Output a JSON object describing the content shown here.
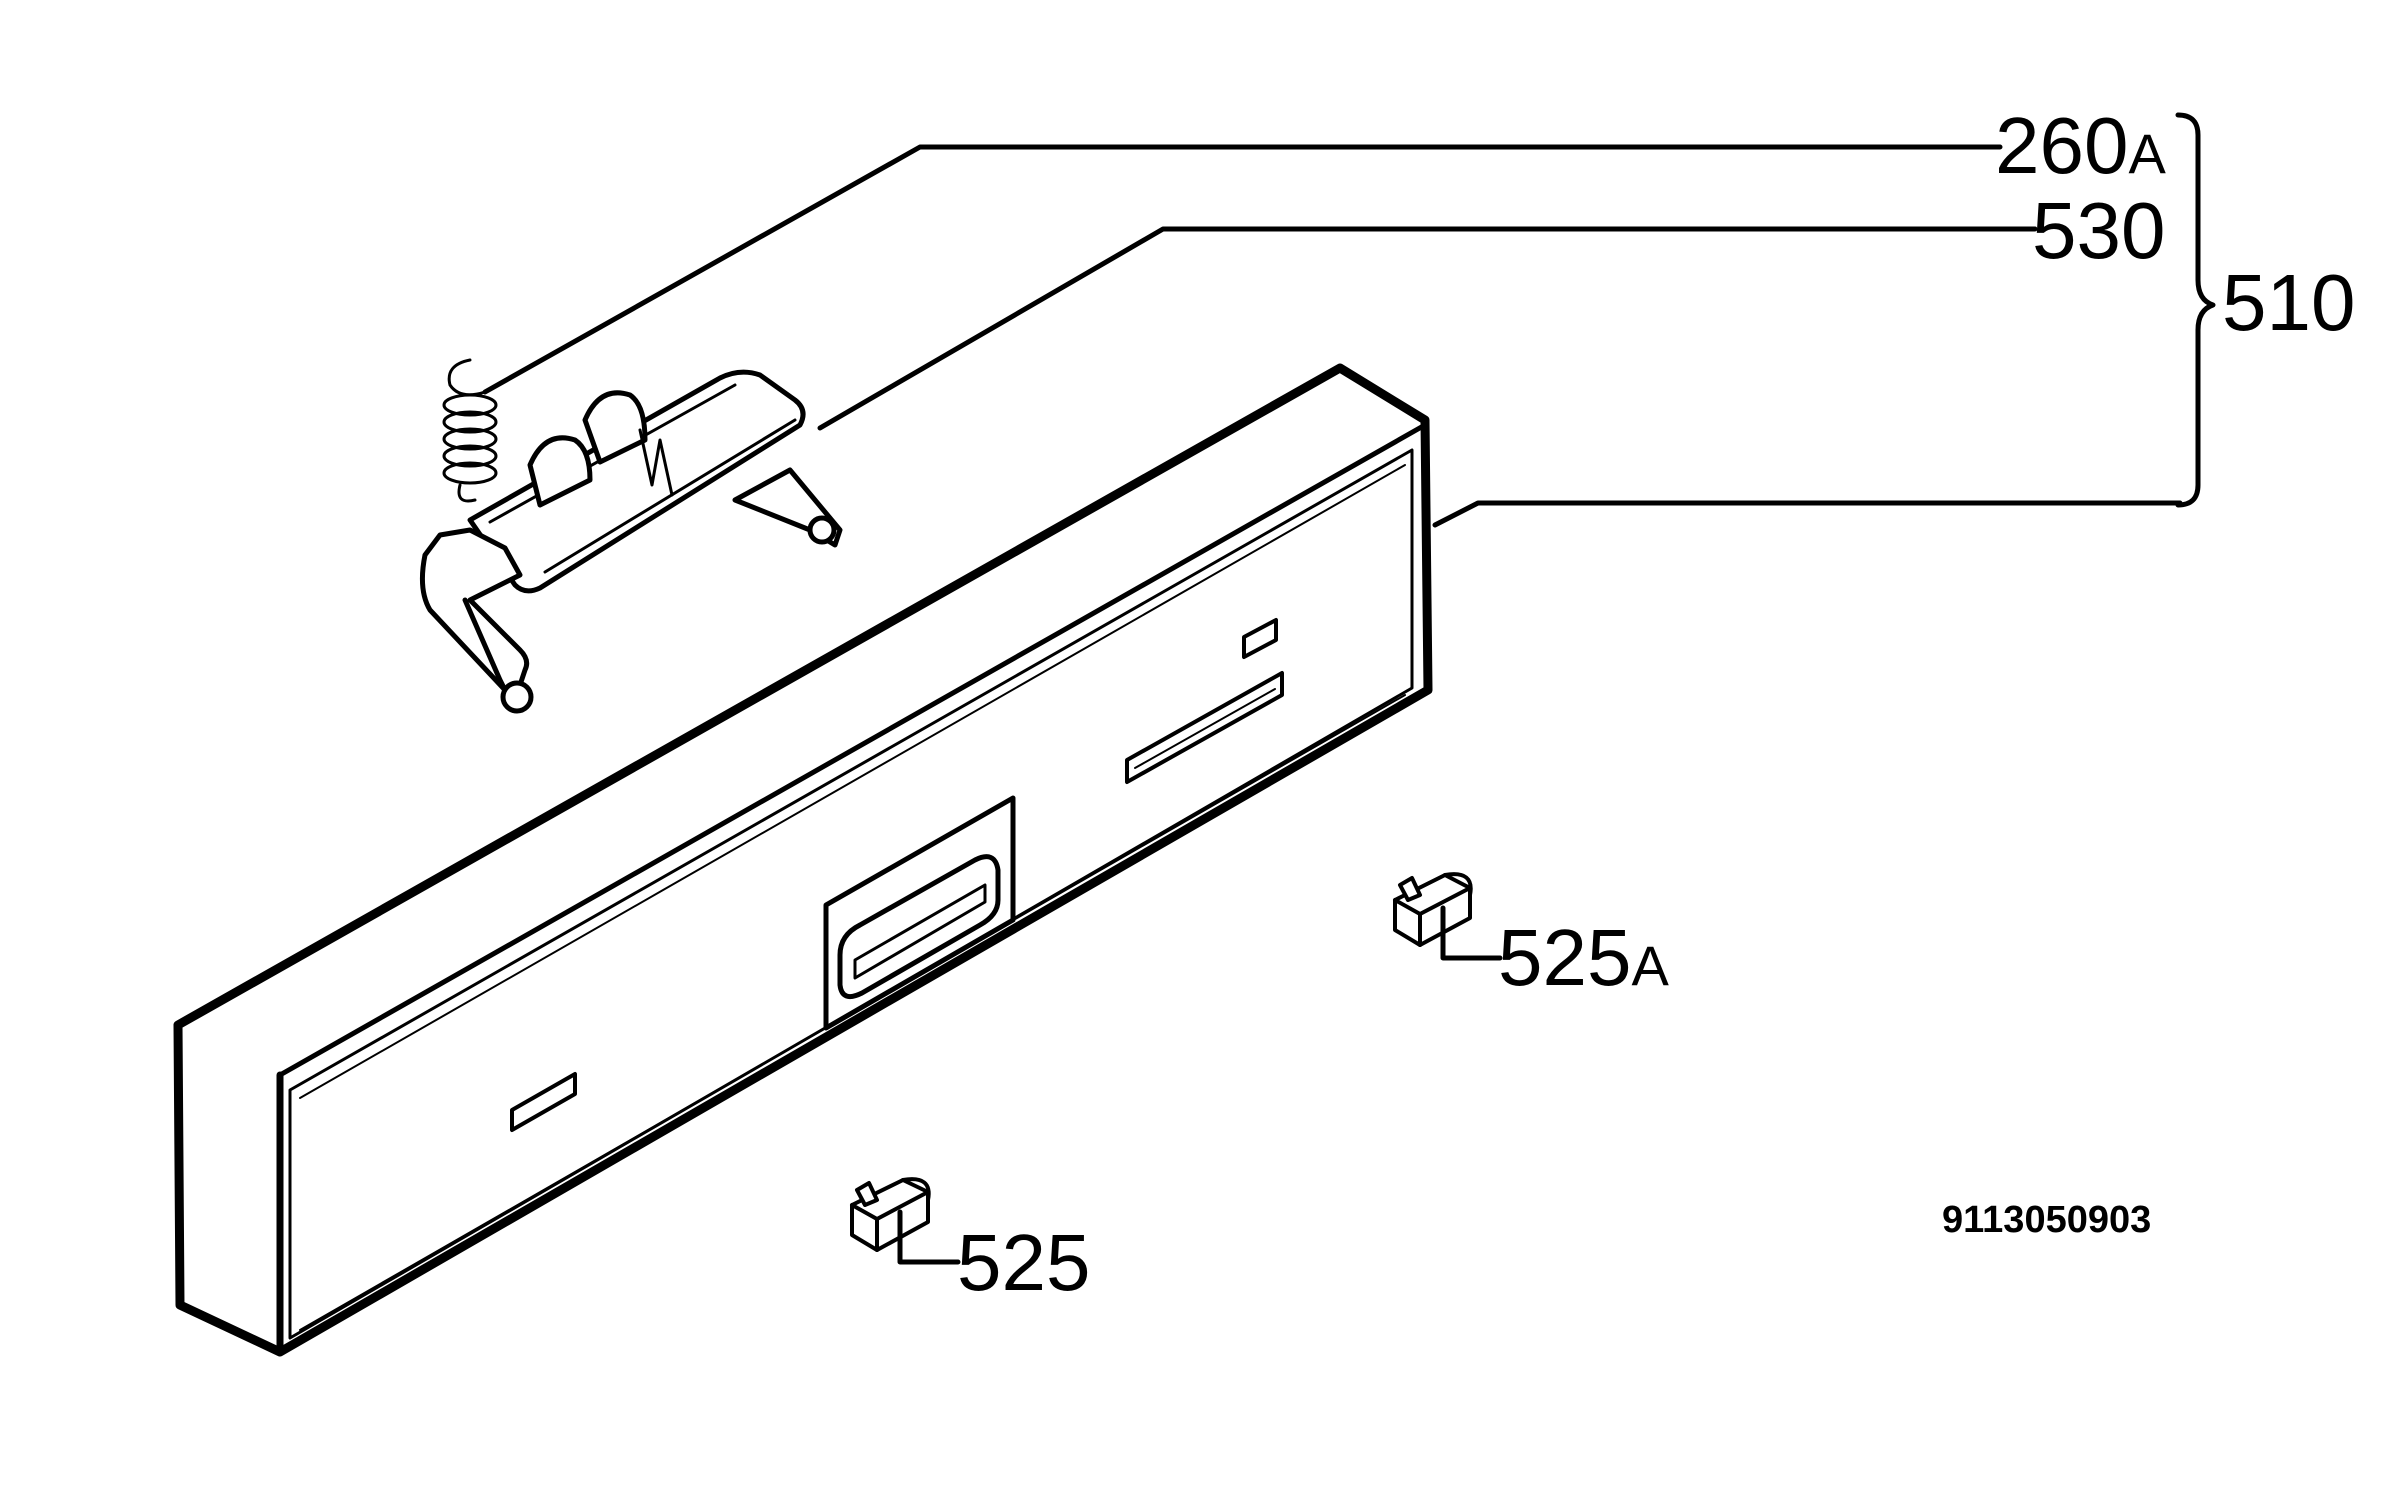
{
  "colors": {
    "line": "#000000",
    "background": "#ffffff"
  },
  "labels": {
    "part_260": "260",
    "part_260_suffix": "A",
    "part_530": "530",
    "part_510": "510",
    "part_525a": "525",
    "part_525a_suffix": "A",
    "part_525": "525"
  },
  "drawing_number": "9113050903"
}
